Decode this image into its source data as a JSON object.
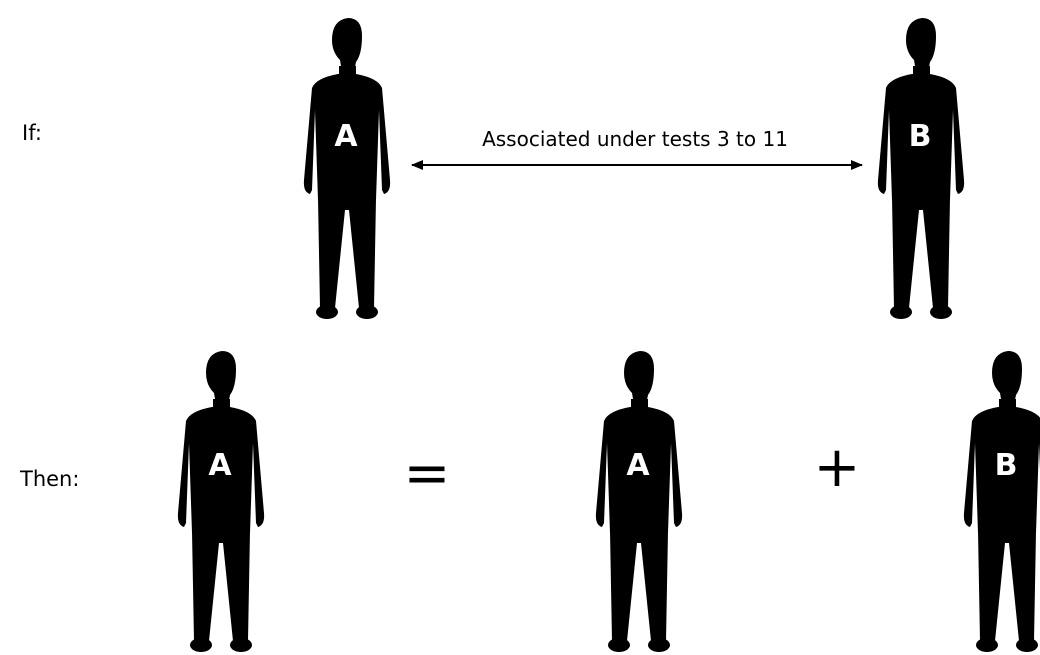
{
  "colors": {
    "figure": "#000000",
    "figure_text": "#ffffff",
    "background": "#ffffff"
  },
  "if_row": {
    "label": "If:",
    "left_figure": {
      "letter": "A",
      "icon": "person-silhouette-icon"
    },
    "right_figure": {
      "letter": "B",
      "icon": "person-silhouette-icon"
    },
    "arrow": {
      "label": "Associated under tests 3 to 11",
      "icon": "double-headed-arrow-icon"
    }
  },
  "then_row": {
    "label": "Then:",
    "result_figure": {
      "letter": "A",
      "icon": "person-silhouette-icon"
    },
    "equals_sign": "=",
    "first_operand": {
      "letter": "A",
      "icon": "person-silhouette-icon"
    },
    "plus_sign": "+",
    "second_operand": {
      "letter": "B",
      "icon": "person-silhouette-icon"
    }
  }
}
